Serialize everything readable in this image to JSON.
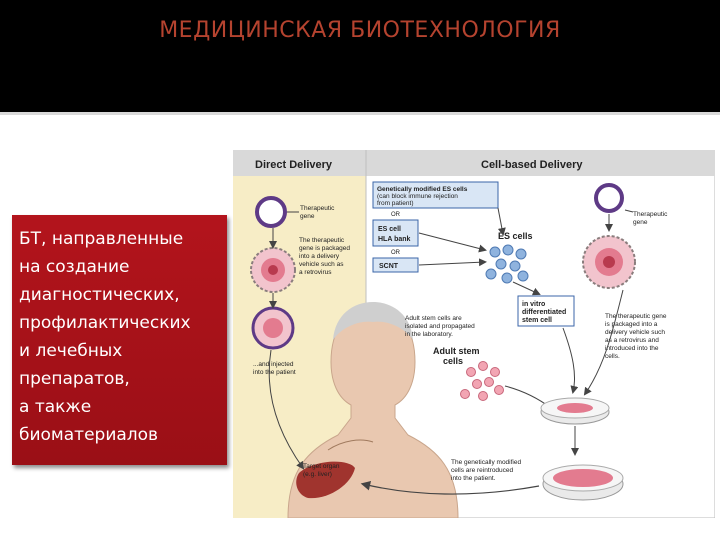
{
  "header": {
    "title": "МЕДИЦИНСКАЯ БИОТЕХНОЛОГИЯ"
  },
  "sidebar_text": {
    "lines": [
      "БТ, направленные",
      "на создание",
      "диагностических,",
      "профилактических",
      "и лечебных",
      "препаратов,",
      "а также",
      "биоматериалов"
    ]
  },
  "figure": {
    "left_title": "Direct Delivery",
    "right_title": "Cell-based Delivery",
    "therapeutic_gene_left": [
      "Therapeutic",
      "gene"
    ],
    "therapeutic_gene_right": [
      "Therapeutic",
      "gene"
    ],
    "packaged_left": [
      "The therapeutic",
      "gene is packaged",
      "into a delivery",
      "vehicle such as",
      "a retrovirus"
    ],
    "injected": [
      "...and injected",
      "into the patient"
    ],
    "target_organ": [
      "Target organ",
      "(e.g. liver)"
    ],
    "box_gm_es": [
      "Genetically modified ES cells",
      "(can block immune rejection",
      "from patient)"
    ],
    "or_1": "OR",
    "box_es_hla": [
      "ES cell",
      "HLA bank"
    ],
    "or_2": "OR",
    "box_scnt": "SCNT",
    "es_cells": "ES cells",
    "in_vitro": [
      "in vitro",
      "differentiated",
      "stem cell"
    ],
    "adult_isolated": [
      "Adult stem cells are",
      "isolated and propagated",
      "in the laboratory."
    ],
    "adult_stem": [
      "Adult stem",
      "cells"
    ],
    "packaged_right": [
      "The therapeutic gene",
      "is packaged into a",
      "delivery vehicle such",
      "as a retrovirus and",
      "introduced into the",
      "cells."
    ],
    "reintroduced": [
      "The genetically modified",
      "cells are reintroduced",
      "into the patient."
    ],
    "colors": {
      "left_panel": "#f7edc6",
      "box_fill": "#d9e6f5",
      "box_stroke": "#3b66a8",
      "cell_blue": "#8fb3de",
      "cell_pink": "#e37b8f",
      "virus_ring": "#5e3a86",
      "skin": "#e9c8b0"
    }
  }
}
